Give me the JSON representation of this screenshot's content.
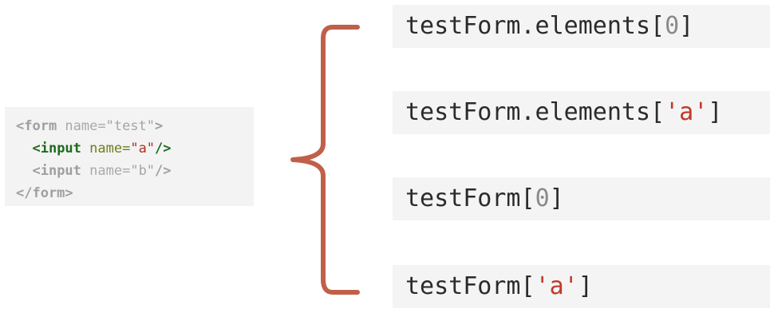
{
  "form_snippet": {
    "line1": {
      "open": "<form",
      "attr": " name=",
      "value": "\"test\"",
      "close": ">"
    },
    "line2": {
      "indent": "  ",
      "open": "<input",
      "attr": " name=",
      "value": "\"a\"",
      "close": "/>"
    },
    "line3": {
      "indent": "  ",
      "open": "<input",
      "attr": " name=",
      "value": "\"b\"",
      "close": "/>"
    },
    "line4": {
      "close": "</form>"
    }
  },
  "expressions": [
    {
      "prefix": "testForm.elements[",
      "arg": "0",
      "arg_type": "number",
      "suffix": "]"
    },
    {
      "prefix": "testForm.elements[",
      "arg": "'a'",
      "arg_type": "string",
      "suffix": "]"
    },
    {
      "prefix": "testForm[",
      "arg": "0",
      "arg_type": "number",
      "suffix": "]"
    },
    {
      "prefix": "testForm[",
      "arg": "'a'",
      "arg_type": "string",
      "suffix": "]"
    }
  ],
  "colors": {
    "brace": "#c0604a",
    "highlight_tag": "#1d6b1d",
    "highlight_value": "#b0301e",
    "string_literal": "#c0392b"
  }
}
